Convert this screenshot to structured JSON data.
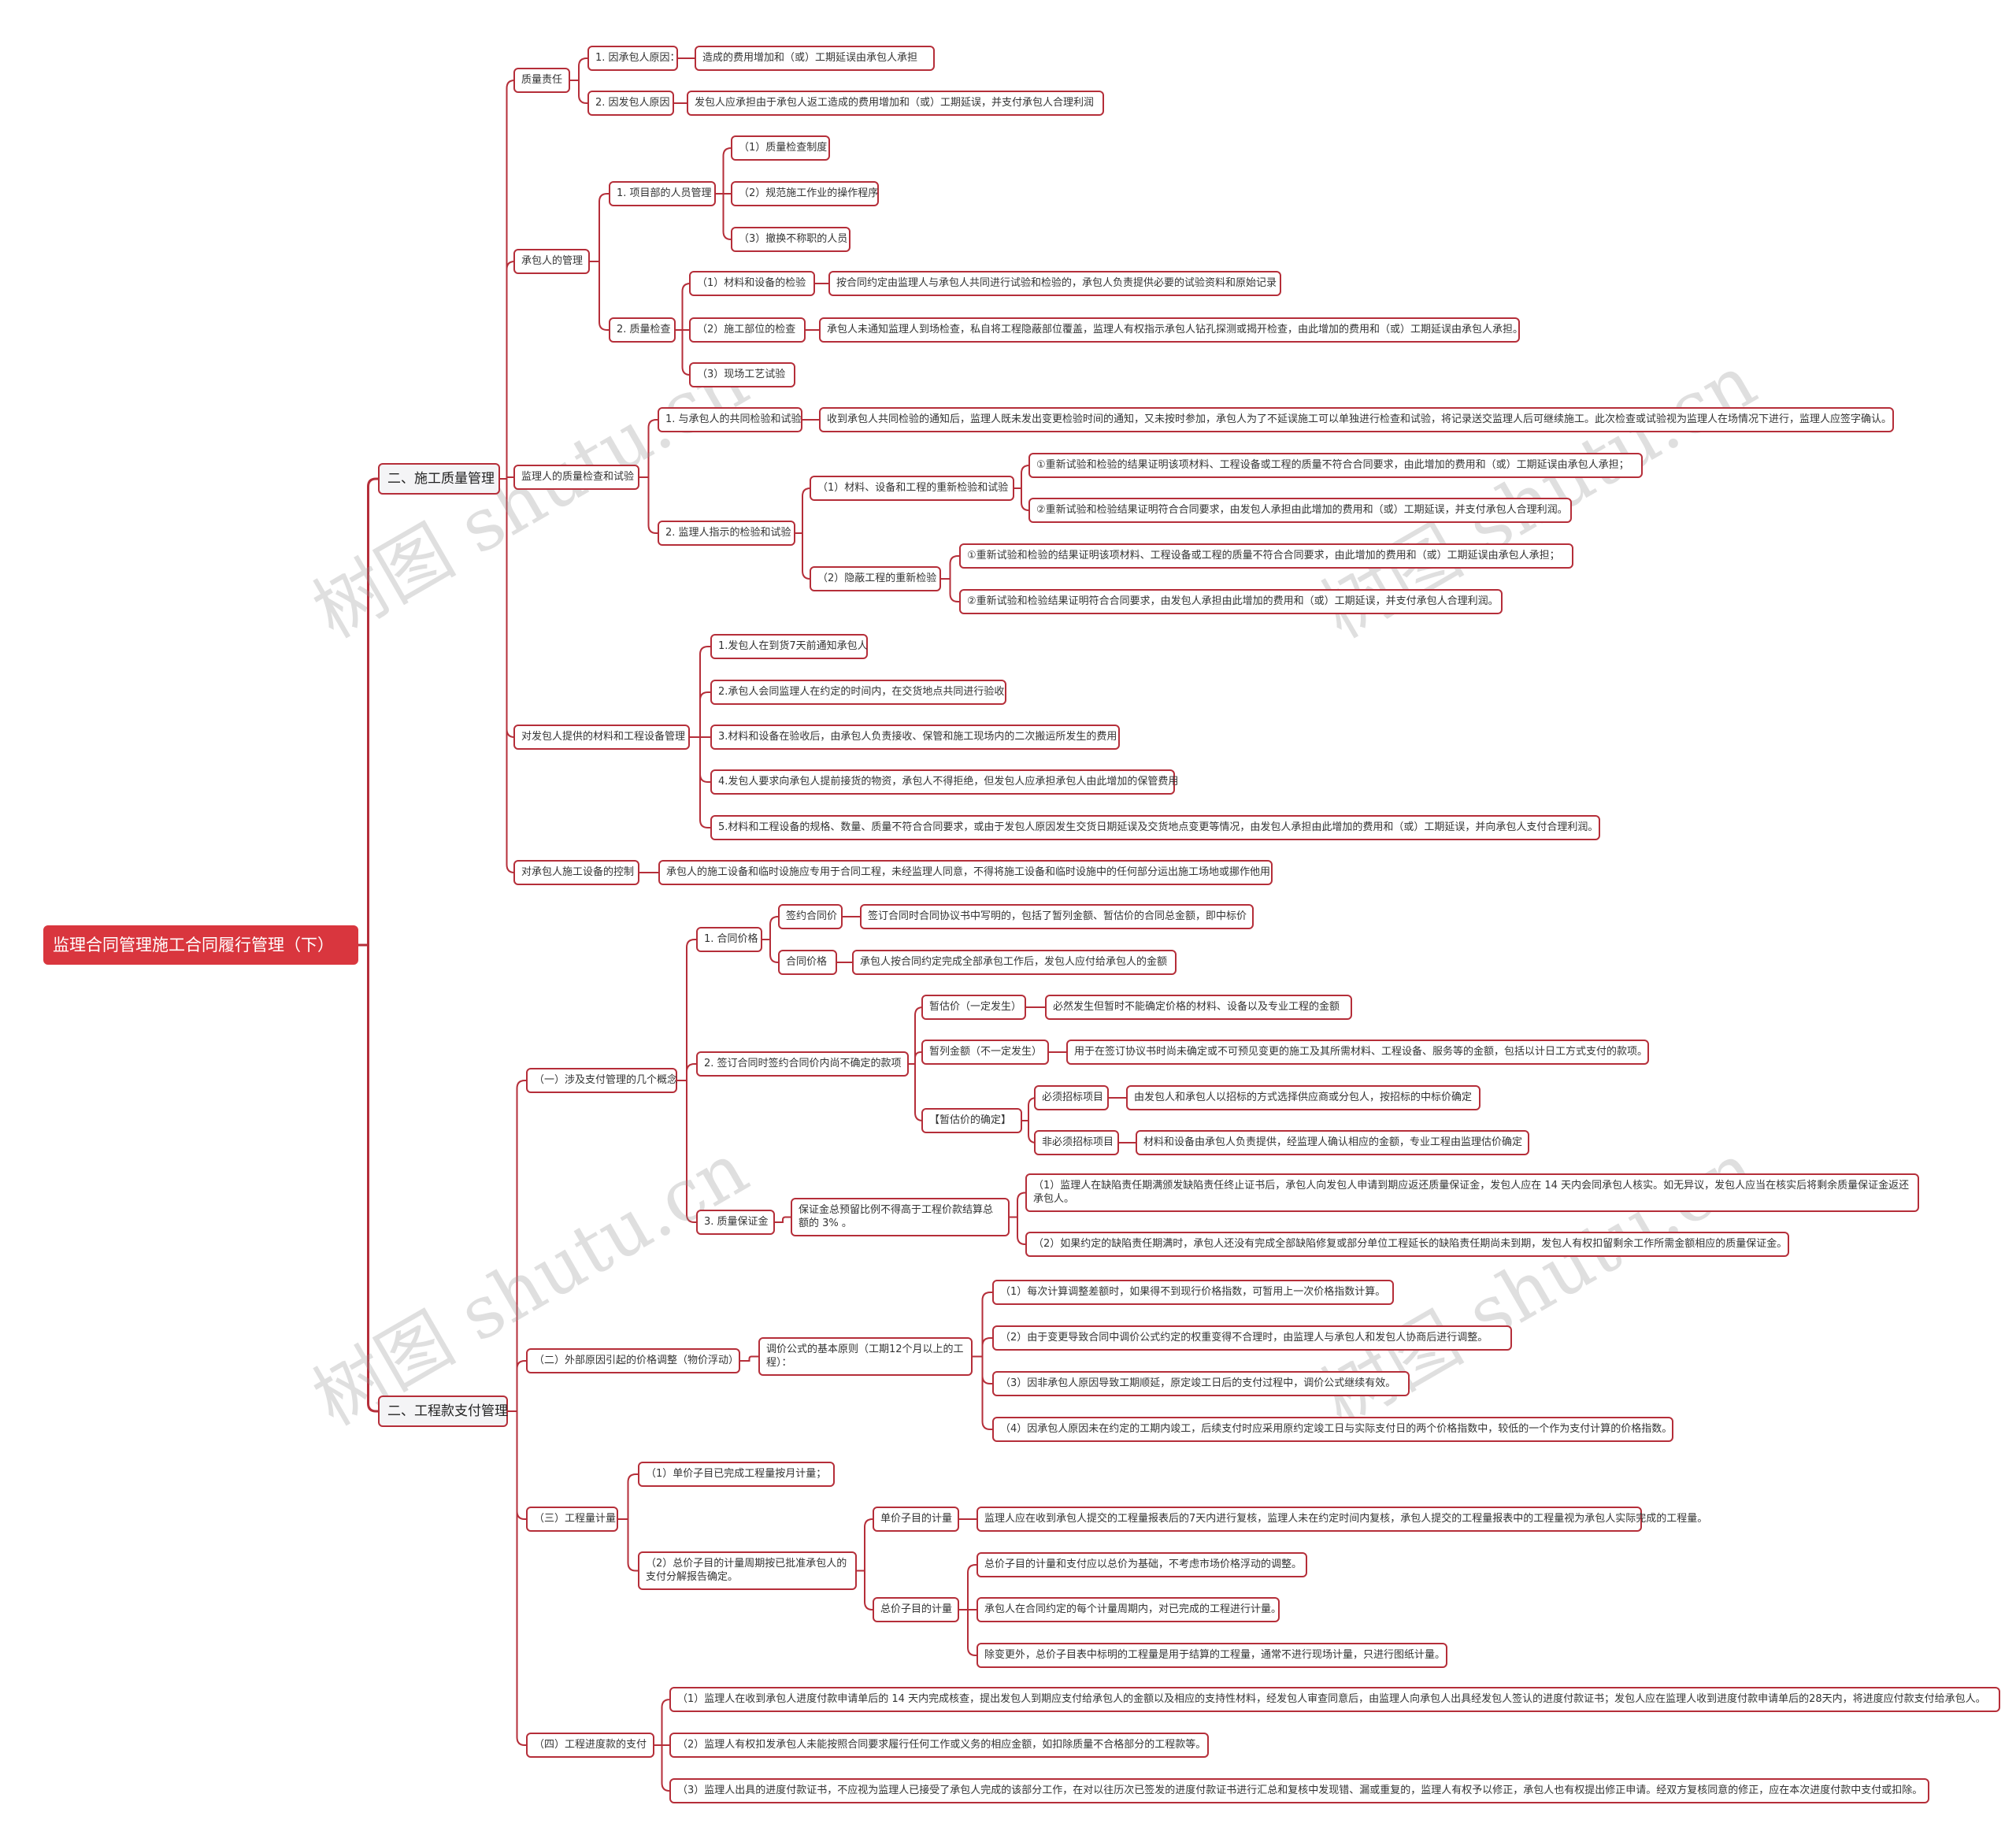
{
  "root": "监理合同管理施工合同履行管理（下）",
  "watermark": "树图 shutu.cn",
  "colors": {
    "line": "#b52e39",
    "root_fill": "#d9363e",
    "main_fill": "#f4f4f6"
  },
  "nodes": {
    "b1": "二、施工质量管理",
    "b1_c1": "质量责任",
    "b1_c1_1": "1. 因承包人原因：",
    "b1_c1_1a": "造成的费用增加和（或）工期延误由承包人承担",
    "b1_c1_2": "2. 因发包人原因",
    "b1_c1_2a": "发包人应承担由于承包人返工造成的费用增加和（或）工期延误，并支付承包人合理利润",
    "b1_c2": "承包人的管理",
    "b1_c2_1": "1. 项目部的人员管理",
    "b1_c2_1_1": "（1）质量检查制度",
    "b1_c2_1_2": "（2）规范施工作业的操作程序",
    "b1_c2_1_3": "（3）撤换不称职的人员",
    "b1_c2_2": "2. 质量检查",
    "b1_c2_2_1": "（1）材料和设备的检验",
    "b1_c2_2_1a": "按合同约定由监理人与承包人共同进行试验和检验的，承包人负责提供必要的试验资料和原始记录",
    "b1_c2_2_2": "（2）施工部位的检查",
    "b1_c2_2_2a": "承包人未通知监理人到场检查，私自将工程隐蔽部位覆盖，监理人有权指示承包人钻孔探测或揭开检查，由此增加的费用和（或）工期延误由承包人承担。",
    "b1_c2_2_3": "（3）现场工艺试验",
    "b1_c3": "监理人的质量检查和试验",
    "b1_c3_1": "1. 与承包人的共同检验和试验",
    "b1_c3_1a": "收到承包人共同检验的通知后，监理人既未发出变更检验时间的通知，又未按时参加，承包人为了不延误施工可以单独进行检查和试验，将记录送交监理人后可继续施工。此次检查或试验视为监理人在场情况下进行，监理人应签字确认。",
    "b1_c3_2": "2. 监理人指示的检验和试验",
    "b1_c3_2_1": "（1）材料、设备和工程的重新检验和试验",
    "b1_c3_2_1a": "①重新试验和检验的结果证明该项材料、工程设备或工程的质量不符合合同要求，由此增加的费用和（或）工期延误由承包人承担；",
    "b1_c3_2_1b": "②重新试验和检验结果证明符合合同要求，由发包人承担由此增加的费用和（或）工期延误，并支付承包人合理利润。",
    "b1_c3_2_2": "（2）隐蔽工程的重新检验",
    "b1_c3_2_2a": "①重新试验和检验的结果证明该项材料、工程设备或工程的质量不符合合同要求，由此增加的费用和（或）工期延误由承包人承担；",
    "b1_c3_2_2b": "②重新试验和检验结果证明符合合同要求，由发包人承担由此增加的费用和（或）工期延误，并支付承包人合理利润。",
    "b1_c4": "对发包人提供的材料和工程设备管理",
    "b1_c4_1": "1.发包人在到货7天前通知承包人",
    "b1_c4_2": "2.承包人会同监理人在约定的时间内，在交货地点共同进行验收",
    "b1_c4_3": "3.材料和设备在验收后，由承包人负责接收、保管和施工现场内的二次搬运所发生的费用",
    "b1_c4_4": "4.发包人要求向承包人提前接货的物资，承包人不得拒绝，但发包人应承担承包人由此增加的保管费用",
    "b1_c4_5": "5.材料和工程设备的规格、数量、质量不符合合同要求，或由于发包人原因发生交货日期延误及交货地点变更等情况，由发包人承担由此增加的费用和（或）工期延误，并向承包人支付合理利润。",
    "b1_c5": "对承包人施工设备的控制",
    "b1_c5a": "承包人的施工设备和临时设施应专用于合同工程，未经监理人同意，不得将施工设备和临时设施中的任何部分运出施工场地或挪作他用",
    "b2": "二、工程款支付管理",
    "b2_c1": "（一）涉及支付管理的几个概念",
    "b2_c1_1": "1. 合同价格",
    "b2_c1_1_1": "签约合同价",
    "b2_c1_1_1a": "签订合同时合同协议书中写明的，包括了暂列金额、暂估价的合同总金额，即中标价",
    "b2_c1_1_2": "合同价格",
    "b2_c1_1_2a": "承包人按合同约定完成全部承包工作后，发包人应付给承包人的金额",
    "b2_c1_2": "2. 签订合同时签约合同价内尚不确定的款项",
    "b2_c1_2_1": "暂估价（一定发生）",
    "b2_c1_2_1a": "必然发生但暂时不能确定价格的材料、设备以及专业工程的金额",
    "b2_c1_2_2": "暂列金额（不一定发生）",
    "b2_c1_2_2a": "用于在签订协议书时尚未确定或不可预见变更的施工及其所需材料、工程设备、服务等的金额，包括以计日工方式支付的款项。",
    "b2_c1_2_3": "【暂估价的确定】",
    "b2_c1_2_3_1": "必须招标项目",
    "b2_c1_2_3_1a": "由发包人和承包人以招标的方式选择供应商或分包人，按招标的中标价确定",
    "b2_c1_2_3_2": "非必须招标项目",
    "b2_c1_2_3_2a": "材料和设备由承包人负责提供，经监理人确认相应的金额，专业工程由监理估价确定",
    "b2_c1_3": "3. 质量保证金",
    "b2_c1_3_1": "保证金总预留比例不得高于工程价款结算总额的 3% 。",
    "b2_c1_3_1a": "（1）监理人在缺陷责任期满颁发缺陷责任终止证书后，承包人向发包人申请到期应返还质量保证金，发包人应在 14 天内会同承包人核实。如无异议，发包人应当在核实后将剩余质量保证金返还承包人。",
    "b2_c1_3_1b": "（2）如果约定的缺陷责任期满时，承包人还没有完成全部缺陷修复或部分单位工程延长的缺陷责任期尚未到期，发包人有权扣留剩余工作所需金额相应的质量保证金。",
    "b2_c2": "（二）外部原因引起的价格调整（物价浮动）",
    "b2_c2_1": "调价公式的基本原则（工期12个月以上的工程）：",
    "b2_c2_1a": "（1）每次计算调整差额时，如果得不到现行价格指数，可暂用上一次价格指数计算。",
    "b2_c2_1b": "（2）由于变更导致合同中调价公式约定的权重变得不合理时，由监理人与承包人和发包人协商后进行调整。",
    "b2_c2_1c": "（3）因非承包人原因导致工期顺延，原定竣工日后的支付过程中，调价公式继续有效。",
    "b2_c2_1d": "（4）因承包人原因未在约定的工期内竣工，后续支付时应采用原约定竣工日与实际支付日的两个价格指数中，较低的一个作为支付计算的价格指数。",
    "b2_c3": "（三）工程量计量",
    "b2_c3_1": "（1）单价子目已完成工程量按月计量；",
    "b2_c3_2": "（2）总价子目的计量周期按已批准承包人的支付分解报告确定。",
    "b2_c3_2_1": "单价子目的计量",
    "b2_c3_2_1a": "监理人应在收到承包人提交的工程量报表后的7天内进行复核，监理人未在约定时间内复核，承包人提交的工程量报表中的工程量视为承包人实际完成的工程量。",
    "b2_c3_2_2": "总价子目的计量",
    "b2_c3_2_2a": "总价子目的计量和支付应以总价为基础，不考虑市场价格浮动的调整。",
    "b2_c3_2_2b": "承包人在合同约定的每个计量周期内，对已完成的工程进行计量。",
    "b2_c3_2_2c": "除变更外，总价子目表中标明的工程量是用于结算的工程量，通常不进行现场计量，只进行图纸计量。",
    "b2_c4": "（四）工程进度款的支付",
    "b2_c4_1": "（1）监理人在收到承包人进度付款申请单后的 14 天内完成核查，提出发包人到期应支付给承包人的金额以及相应的支持性材料，经发包人审查同意后，由监理人向承包人出具经发包人签认的进度付款证书；发包人应在监理人收到进度付款申请单后的28天内，将进度应付款支付给承包人。",
    "b2_c4_2": "（2）监理人有权扣发承包人未能按照合同要求履行任何工作或义务的相应金额，如扣除质量不合格部分的工程款等。",
    "b2_c4_3": "（3）监理人出具的进度付款证书，不应视为监理人已接受了承包人完成的该部分工作，在对以往历次已签发的进度付款证书进行汇总和复核中发现错、漏或重复的，监理人有权予以修正，承包人也有权提出修正申请。经双方复核同意的修正，应在本次进度付款中支付或扣除。"
  }
}
